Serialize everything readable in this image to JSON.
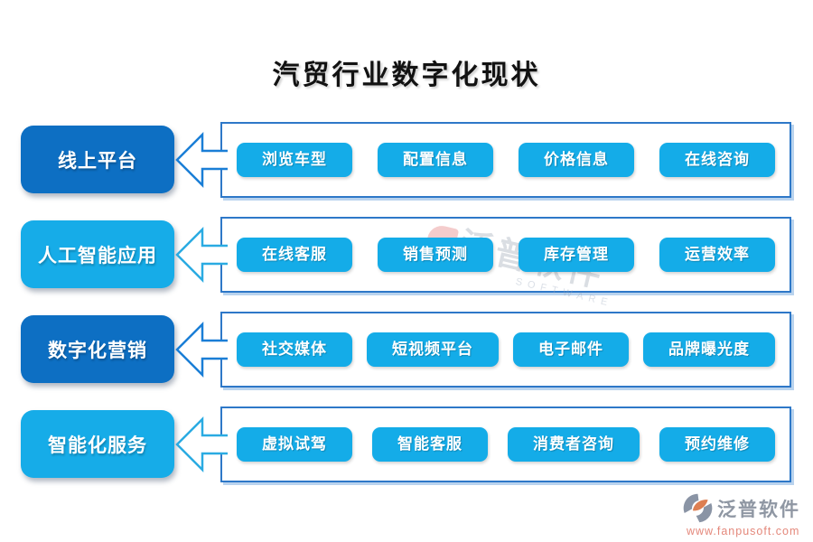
{
  "title": "汽贸行业数字化现状",
  "rows": [
    {
      "label": "线上平台",
      "variant": "dark",
      "items": [
        "浏览车型",
        "配置信息",
        "价格信息",
        "在线咨询"
      ]
    },
    {
      "label": "人工智能应用",
      "variant": "light",
      "items": [
        "在线客服",
        "销售预测",
        "库存管理",
        "运营效率"
      ]
    },
    {
      "label": "数字化营销",
      "variant": "dark",
      "items": [
        "社交媒体",
        "短视频平台",
        "电子邮件",
        "品牌曝光度"
      ]
    },
    {
      "label": "智能化服务",
      "variant": "light",
      "items": [
        "虚拟试驾",
        "智能客服",
        "消费者咨询",
        "预约维修"
      ]
    }
  ],
  "watermark": {
    "text": "泛普软件",
    "subtext": "SOFTWARE"
  },
  "footer": {
    "brand": "泛普软件",
    "url": "www.fanpusoft.com"
  },
  "colors": {
    "dark_blue": "#0d6fc3",
    "cyan": "#14ace8",
    "panel_border": "#2e78c8",
    "panel_shadow": "#b9d3ee",
    "brand_gray": "#8f97a3",
    "brand_orange": "#e4887b"
  }
}
